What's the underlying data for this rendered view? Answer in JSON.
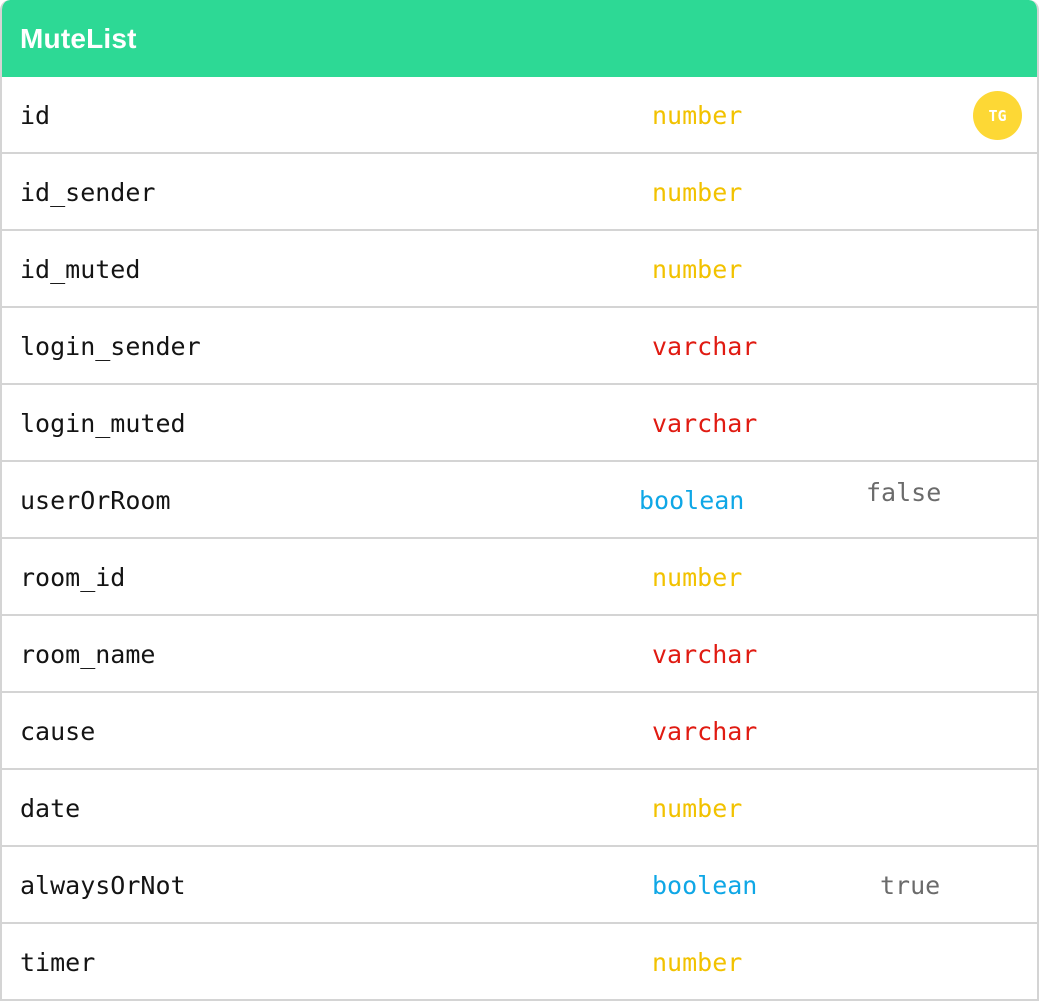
{
  "table": {
    "title": "MuteList",
    "header_color": "#2dd995",
    "type_colors": {
      "number": "#f2c200",
      "varchar": "#e01b12",
      "boolean": "#0fa7e6"
    },
    "rows": [
      {
        "name": "id",
        "type": "number",
        "badge": "TG"
      },
      {
        "name": "id_sender",
        "type": "number"
      },
      {
        "name": "id_muted",
        "type": "number"
      },
      {
        "name": "login_sender",
        "type": "varchar"
      },
      {
        "name": "login_muted",
        "type": "varchar"
      },
      {
        "name": "userOrRoom",
        "type": "boolean",
        "default": "false"
      },
      {
        "name": "room_id",
        "type": "number"
      },
      {
        "name": "room_name",
        "type": "varchar"
      },
      {
        "name": "cause",
        "type": "varchar"
      },
      {
        "name": "date",
        "type": "number"
      },
      {
        "name": "alwaysOrNot",
        "type": "boolean",
        "default": "true"
      },
      {
        "name": "timer",
        "type": "number"
      }
    ]
  }
}
